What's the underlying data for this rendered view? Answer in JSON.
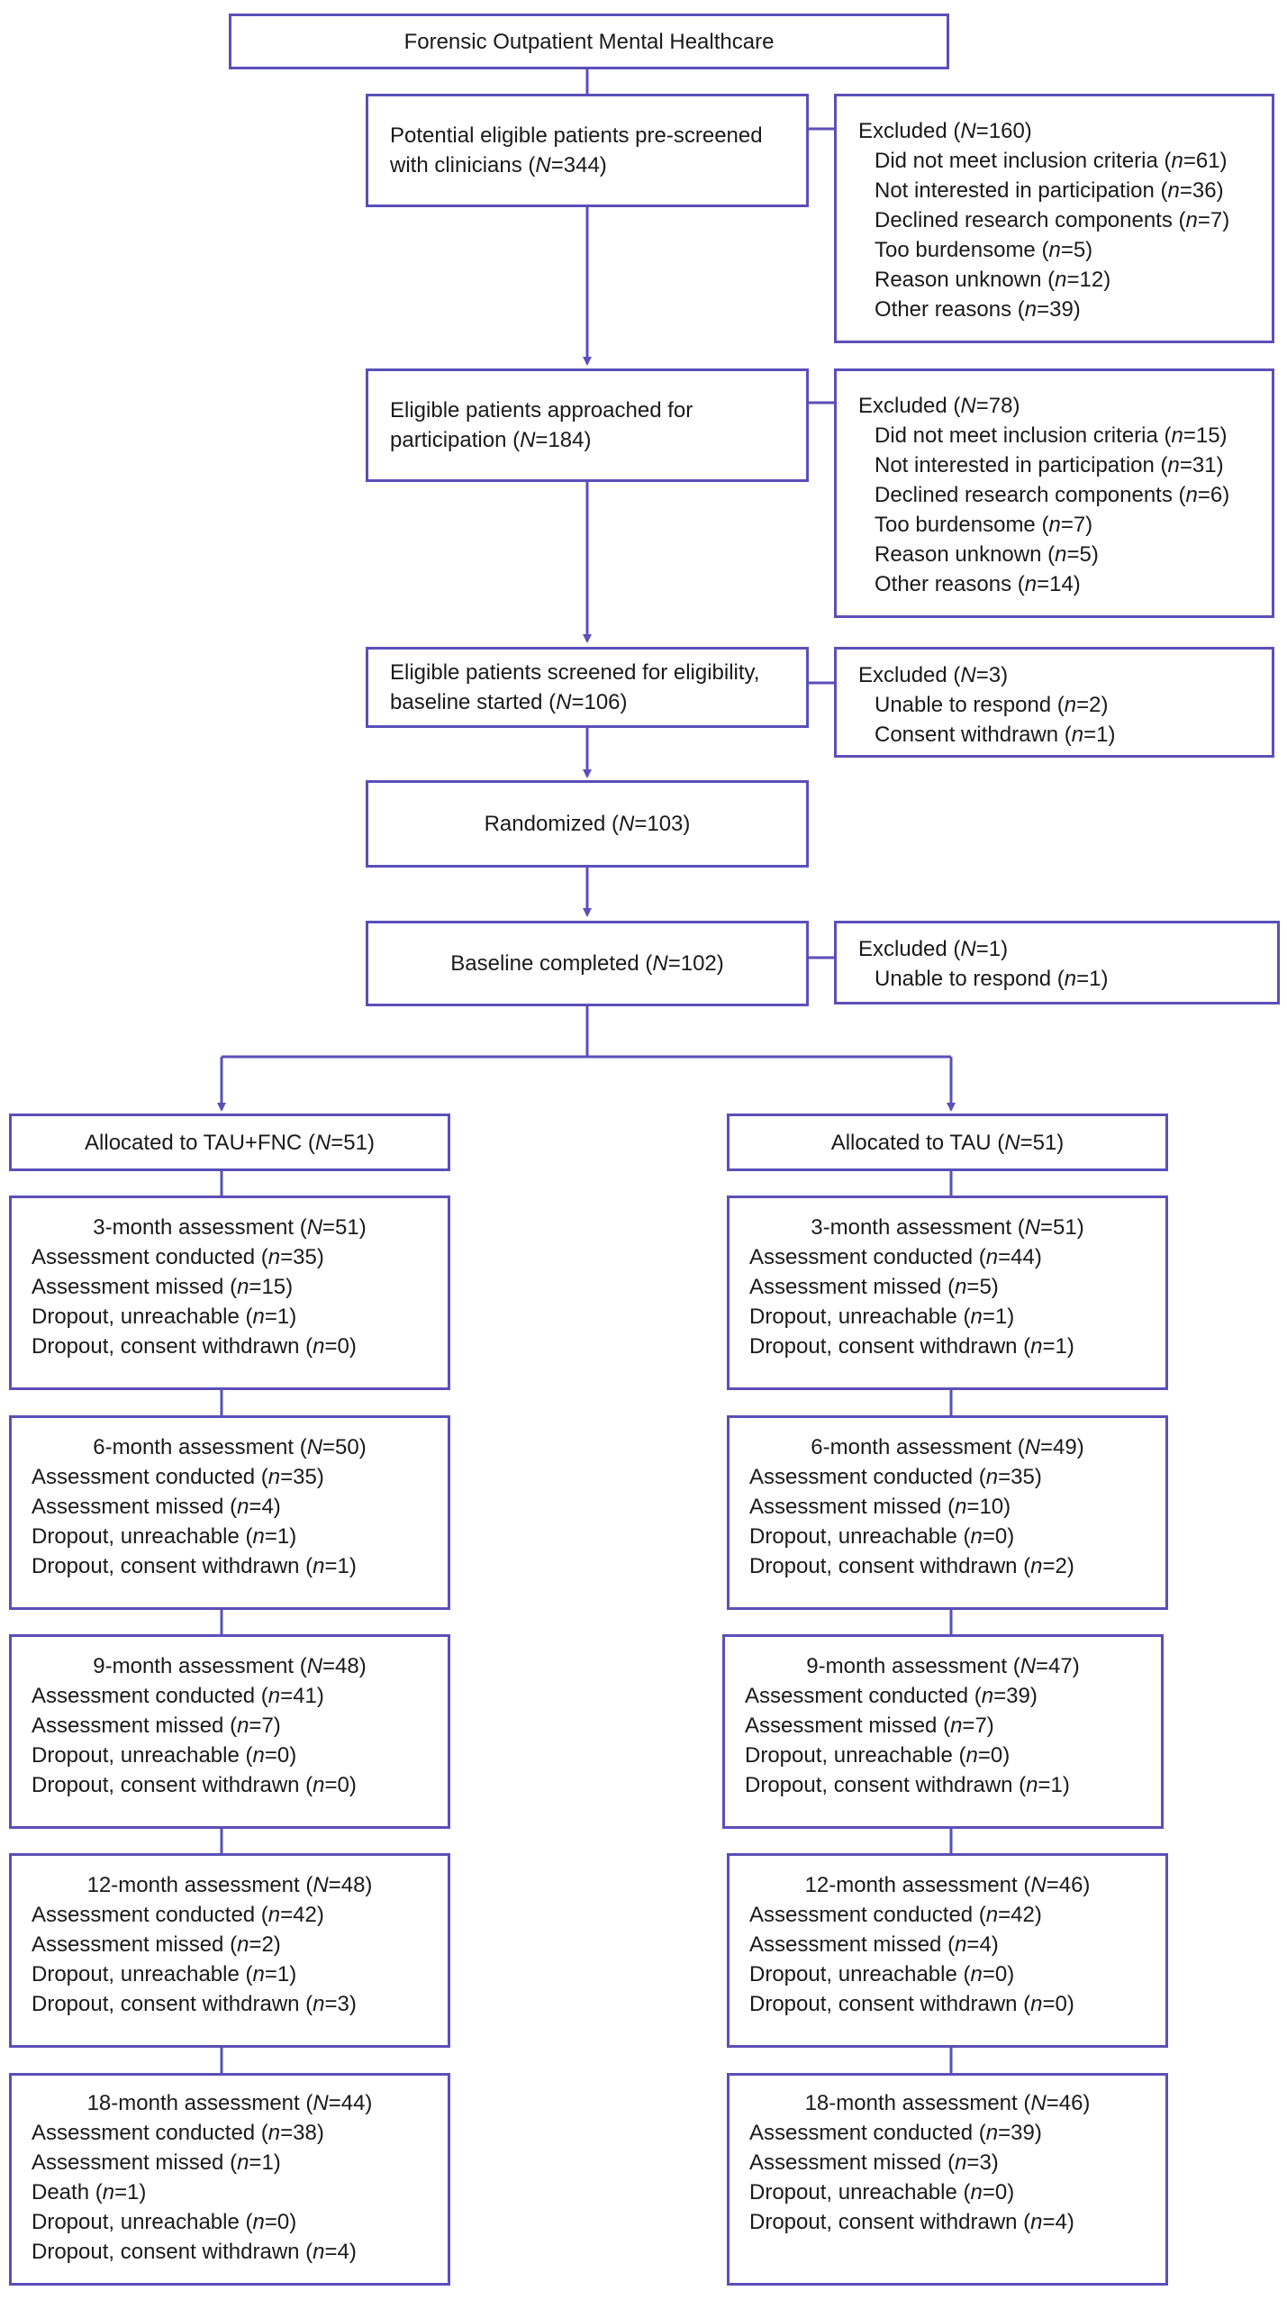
{
  "top": {
    "title": "Forensic Outpatient Mental Healthcare"
  },
  "flow": [
    {
      "id": "prescreened",
      "lines": [
        "Potential eligible patients pre-screened",
        "with clinicians ({N}=344)"
      ]
    },
    {
      "id": "approached",
      "lines": [
        "Eligible patients approached for",
        "participation ({N}=184)"
      ]
    },
    {
      "id": "screened",
      "lines": [
        "Eligible patients screened for eligibility,",
        "baseline started ({N}=106)"
      ]
    },
    {
      "id": "randomized",
      "lines": [
        "Randomized ({N}=103)"
      ]
    },
    {
      "id": "baseline",
      "lines": [
        "Baseline completed ({N}=102)"
      ]
    }
  ],
  "excluded": [
    {
      "title": "Excluded ({N}=160)",
      "items": [
        "Did not meet inclusion criteria ({n}=61)",
        "Not interested in participation ({n}=36)",
        "Declined research components ({n}=7)",
        "Too burdensome ({n}=5)",
        "Reason unknown ({n}=12)",
        "Other reasons ({n}=39)"
      ]
    },
    {
      "title": "Excluded ({N}=78)",
      "items": [
        "Did not meet inclusion criteria ({n}=15)",
        "Not interested in participation ({n}=31)",
        "Declined research components ({n}=6)",
        "Too burdensome ({n}=7)",
        "Reason unknown ({n}=5)",
        "Other reasons ({n}=14)"
      ]
    },
    {
      "title": "Excluded ({N}=3)",
      "items": [
        "Unable to respond ({n}=2)",
        "Consent withdrawn ({n}=1)"
      ]
    },
    {
      "title": "Excluded ({N}=1)",
      "items": [
        "Unable to respond ({n}=1)"
      ]
    }
  ],
  "arms": [
    {
      "allocation": "Allocated to TAU+FNC ({N}=51)",
      "assessments": [
        {
          "title": "3-month assessment ({N}=51)",
          "items": [
            "Assessment conducted ({n}=35)",
            "Assessment missed ({n}=15)",
            "Dropout, unreachable ({n}=1)",
            "Dropout, consent withdrawn ({n}=0)"
          ]
        },
        {
          "title": "6-month assessment ({N}=50)",
          "items": [
            "Assessment conducted ({n}=35)",
            "Assessment missed ({n}=4)",
            "Dropout, unreachable ({n}=1)",
            "Dropout, consent withdrawn ({n}=1)"
          ]
        },
        {
          "title": "9-month assessment ({N}=48)",
          "items": [
            "Assessment conducted ({n}=41)",
            "Assessment missed ({n}=7)",
            "Dropout, unreachable ({n}=0)",
            "Dropout, consent withdrawn ({n}=0)"
          ]
        },
        {
          "title": "12-month assessment ({N}=48)",
          "items": [
            "Assessment conducted ({n}=42)",
            "Assessment missed ({n}=2)",
            "Dropout, unreachable ({n}=1)",
            "Dropout, consent withdrawn ({n}=3)"
          ]
        },
        {
          "title": "18-month assessment ({N}=44)",
          "items": [
            "Assessment conducted ({n}=38)",
            "Assessment missed ({n}=1)",
            "Death ({n}=1)",
            "Dropout, unreachable ({n}=0)",
            "Dropout, consent withdrawn ({n}=4)"
          ]
        }
      ]
    },
    {
      "allocation": "Allocated to TAU ({N}=51)",
      "assessments": [
        {
          "title": "3-month assessment ({N}=51)",
          "items": [
            "Assessment conducted ({n}=44)",
            "Assessment missed ({n}=5)",
            "Dropout, unreachable ({n}=1)",
            "Dropout, consent withdrawn ({n}=1)"
          ]
        },
        {
          "title": "6-month assessment ({N}=49)",
          "items": [
            "Assessment conducted ({n}=35)",
            "Assessment missed ({n}=10)",
            "Dropout, unreachable ({n}=0)",
            "Dropout, consent withdrawn ({n}=2)"
          ]
        },
        {
          "title": "9-month assessment ({N}=47)",
          "items": [
            "Assessment conducted ({n}=39)",
            "Assessment missed ({n}=7)",
            "Dropout, unreachable ({n}=0)",
            "Dropout, consent withdrawn ({n}=1)"
          ]
        },
        {
          "title": "12-month assessment ({N}=46)",
          "items": [
            "Assessment conducted ({n}=42)",
            "Assessment missed ({n}=4)",
            "Dropout, unreachable ({n}=0)",
            "Dropout, consent withdrawn ({n}=0)"
          ]
        },
        {
          "title": "18-month assessment ({N}=46)",
          "items": [
            "Assessment conducted ({n}=39)",
            "Assessment missed ({n}=3)",
            "Dropout, unreachable ({n}=0)",
            "Dropout, consent withdrawn ({n}=4)"
          ]
        }
      ]
    }
  ],
  "colors": {
    "border": "#5b4fb8",
    "text": "#1a1a1a"
  }
}
